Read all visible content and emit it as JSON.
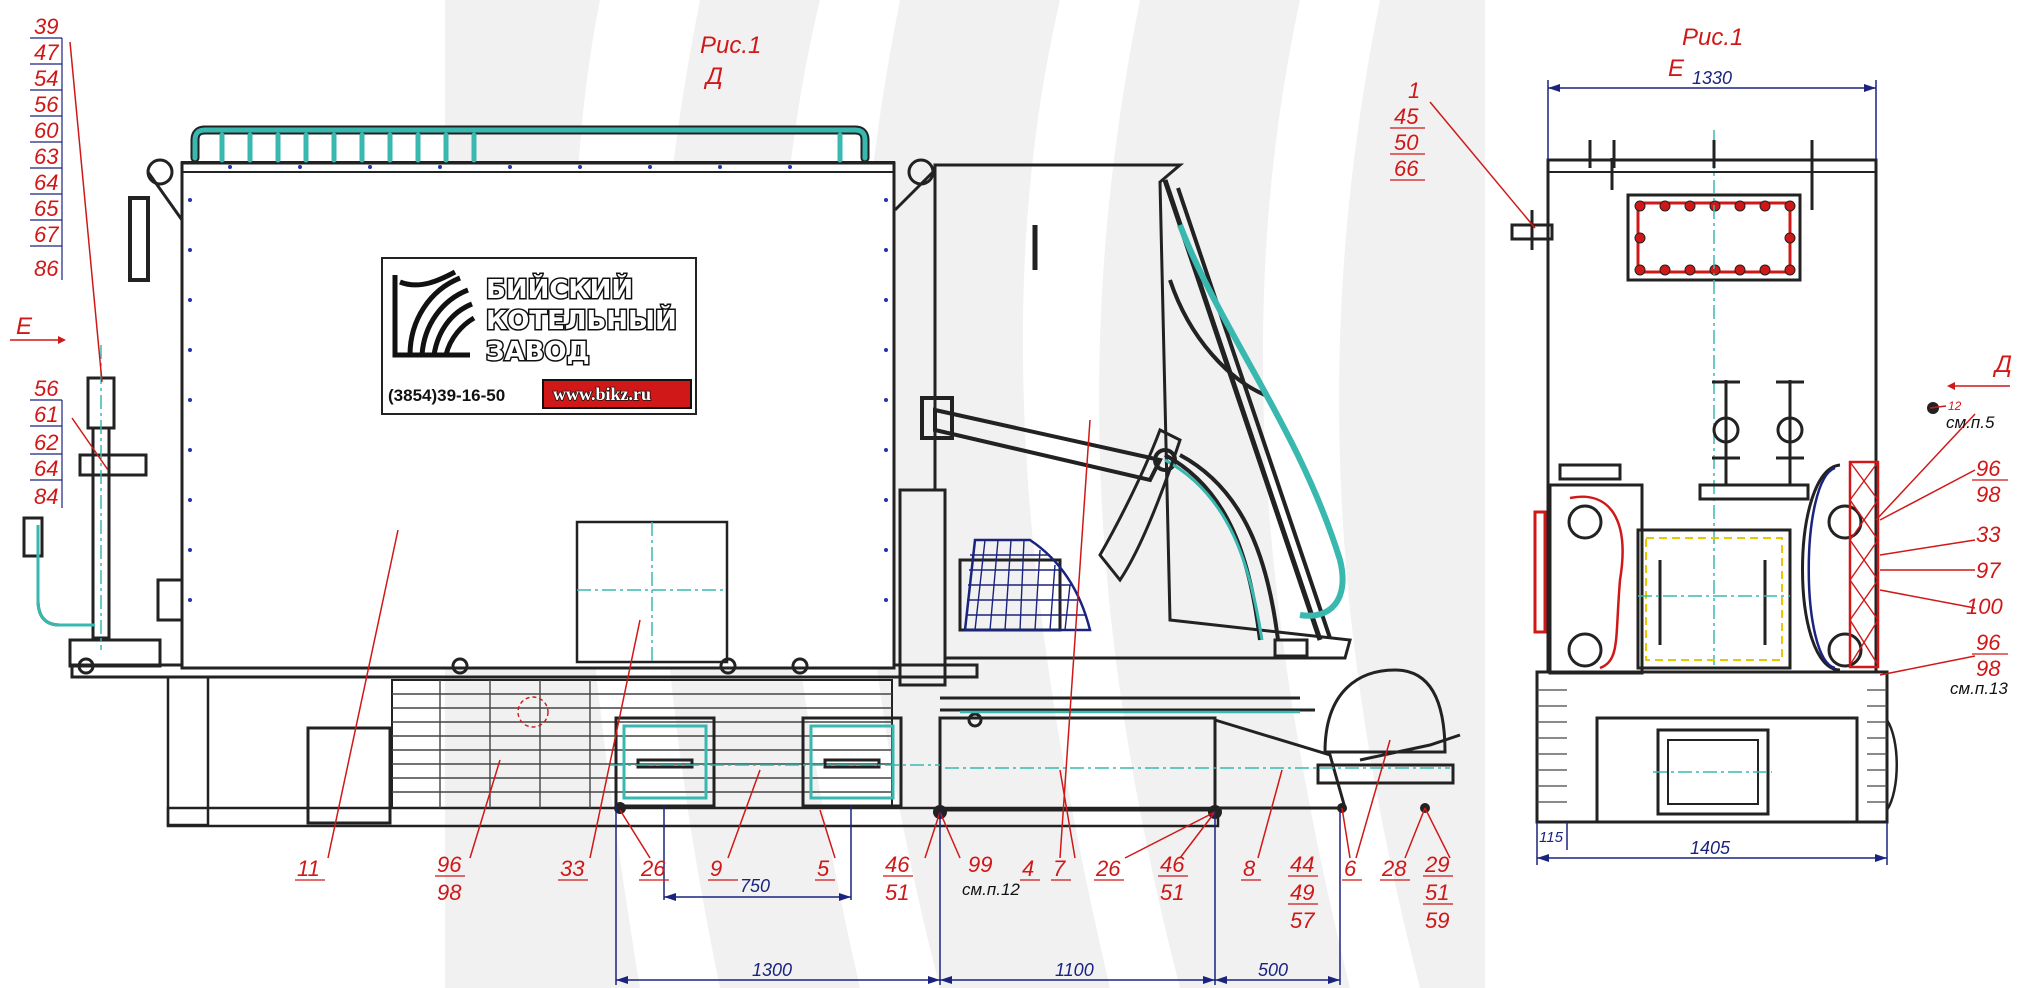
{
  "figure": {
    "caption": "Рис.1",
    "view_d": "Д",
    "view_e": "Е"
  },
  "sign": {
    "line1": "БИЙСКИЙ",
    "line2": "КОТЕЛЬНЫЙ",
    "line3": "ЗАВОД",
    "phone": "(3854)39-16-50",
    "website": "www.bikz.ru"
  },
  "left_view": {
    "callouts": {
      "top_left_stack": [
        "39",
        "47",
        "54",
        "56",
        "60",
        "63",
        "64",
        "65",
        "67",
        "86"
      ],
      "left_mid_stack": [
        "56",
        "61",
        "62",
        "64",
        "84"
      ],
      "bottom": [
        "11",
        "96",
        "98",
        "33",
        "26",
        "9",
        "5",
        "46",
        "51",
        "99",
        "4",
        "7",
        "26",
        "46",
        "51",
        "8",
        "6",
        "28",
        "29",
        "51",
        "59",
        "44",
        "49",
        "57"
      ],
      "note_12": "см.п.12"
    },
    "dimensions": {
      "d750": "750",
      "d1300": "1300",
      "d1100": "1100",
      "d500": "500"
    }
  },
  "right_view": {
    "callouts": {
      "top_stack": [
        "1",
        "45",
        "50",
        "66"
      ],
      "side": [
        "96",
        "98",
        "33",
        "97",
        "100",
        "96",
        "98"
      ],
      "small_12": "12",
      "note_5": "см.п.5",
      "note_13": "см.п.13"
    },
    "dimensions": {
      "d1330": "1330",
      "d1405": "1405",
      "d115": "115"
    }
  }
}
